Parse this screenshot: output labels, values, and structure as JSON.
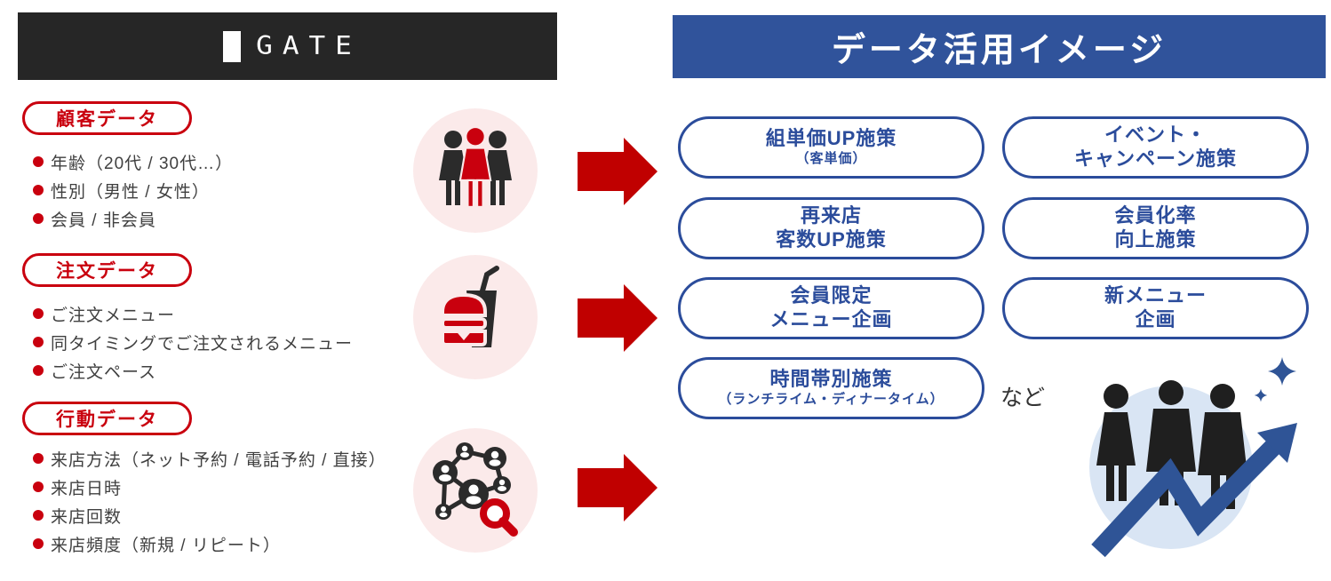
{
  "brand": {
    "logo_text": "GATE"
  },
  "right_panel": {
    "title": "データ活用イメージ",
    "etc_label": "など"
  },
  "sections": [
    {
      "title": "顧客データ",
      "icon": "people-group-icon",
      "items": [
        "年齢（20代 / 30代…）",
        "性別（男性 / 女性）",
        "会員 / 非会員"
      ]
    },
    {
      "title": "注文データ",
      "icon": "fast-food-icon",
      "items": [
        "ご注文メニュー",
        "同タイミングでご注文されるメニュー",
        "ご注文ペース"
      ]
    },
    {
      "title": "行動データ",
      "icon": "network-search-icon",
      "items": [
        "来店方法（ネット予約 / 電話予約 / 直接）",
        "来店日時",
        "来店回数",
        "来店頻度（新規 / リピート）"
      ]
    }
  ],
  "pills": [
    {
      "line1": "組単価UP施策",
      "line2": "（客単価）"
    },
    {
      "line1": "イベント・",
      "line2": "キャンペーン施策"
    },
    {
      "line1": "再来店",
      "line2": "客数UP施策"
    },
    {
      "line1": "会員化率",
      "line2": "向上施策"
    },
    {
      "line1": "会員限定",
      "line2": "メニュー企画"
    },
    {
      "line1": "新メニュー",
      "line2": "企画"
    },
    {
      "line1": "時間帯別施策",
      "line2": "（ランチライム・ディナータイム）"
    }
  ],
  "icons": {
    "section_icons": [
      "people-group-icon",
      "fast-food-icon",
      "network-search-icon"
    ],
    "flow_icon": "arrow-right-icon",
    "result_icon": "growth-people-arrow-illustration"
  },
  "colors": {
    "dark_header_bg": "#262626",
    "blue_header_bg": "#30539B",
    "pill_border_blue": "#2B4C9B",
    "accent_red": "#C9000E",
    "arrow_red": "#C00000",
    "icon_circle_bg": "#FBEAEA",
    "illustration_circle_bg": "#D9E5F4",
    "illustration_blue": "#2F5496",
    "body_text": "#404040"
  }
}
